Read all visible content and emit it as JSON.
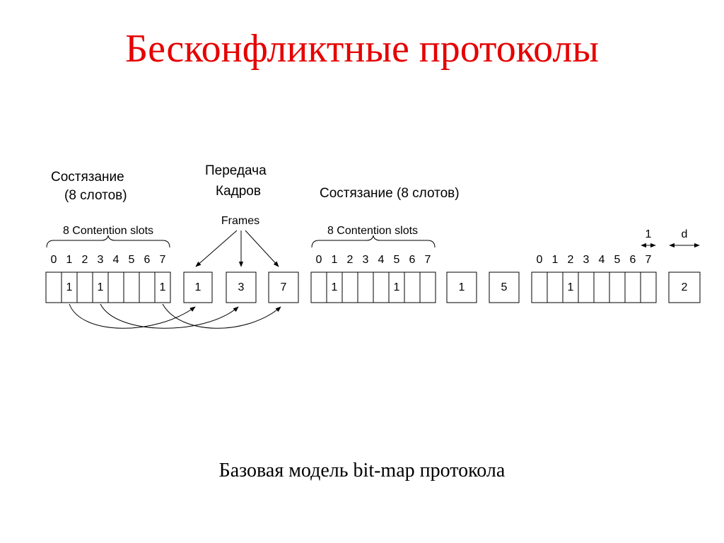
{
  "title": "Бесконфликтные протоколы",
  "caption": "Базовая модель bit-map протокола",
  "notes": {
    "contention_1_line1": "Состязание",
    "contention_1_line2": "(8 слотов)",
    "transmission_line1": "Передача",
    "transmission_line2": "Кадров",
    "contention_2": "Состязание (8 слотов)"
  },
  "diagram": {
    "contention_label": "8 Contention slots",
    "frames_label": "Frames",
    "slot_numbers": [
      "0",
      "1",
      "2",
      "3",
      "4",
      "5",
      "6",
      "7"
    ],
    "one_label": "1",
    "d_label": "d",
    "groups": [
      {
        "bits": [
          "",
          "1",
          "",
          "1",
          "",
          "",
          "",
          "1"
        ],
        "frames": [
          "1",
          "3",
          "7"
        ]
      },
      {
        "bits": [
          "",
          "1",
          "",
          "",
          "",
          "1",
          "",
          ""
        ],
        "frames": [
          "1",
          "5"
        ]
      },
      {
        "bits": [
          "",
          "",
          "1",
          "",
          "",
          "",
          "",
          ""
        ],
        "frames": [
          "2"
        ]
      }
    ]
  },
  "colors": {
    "title": "#e60000",
    "text": "#000000"
  }
}
